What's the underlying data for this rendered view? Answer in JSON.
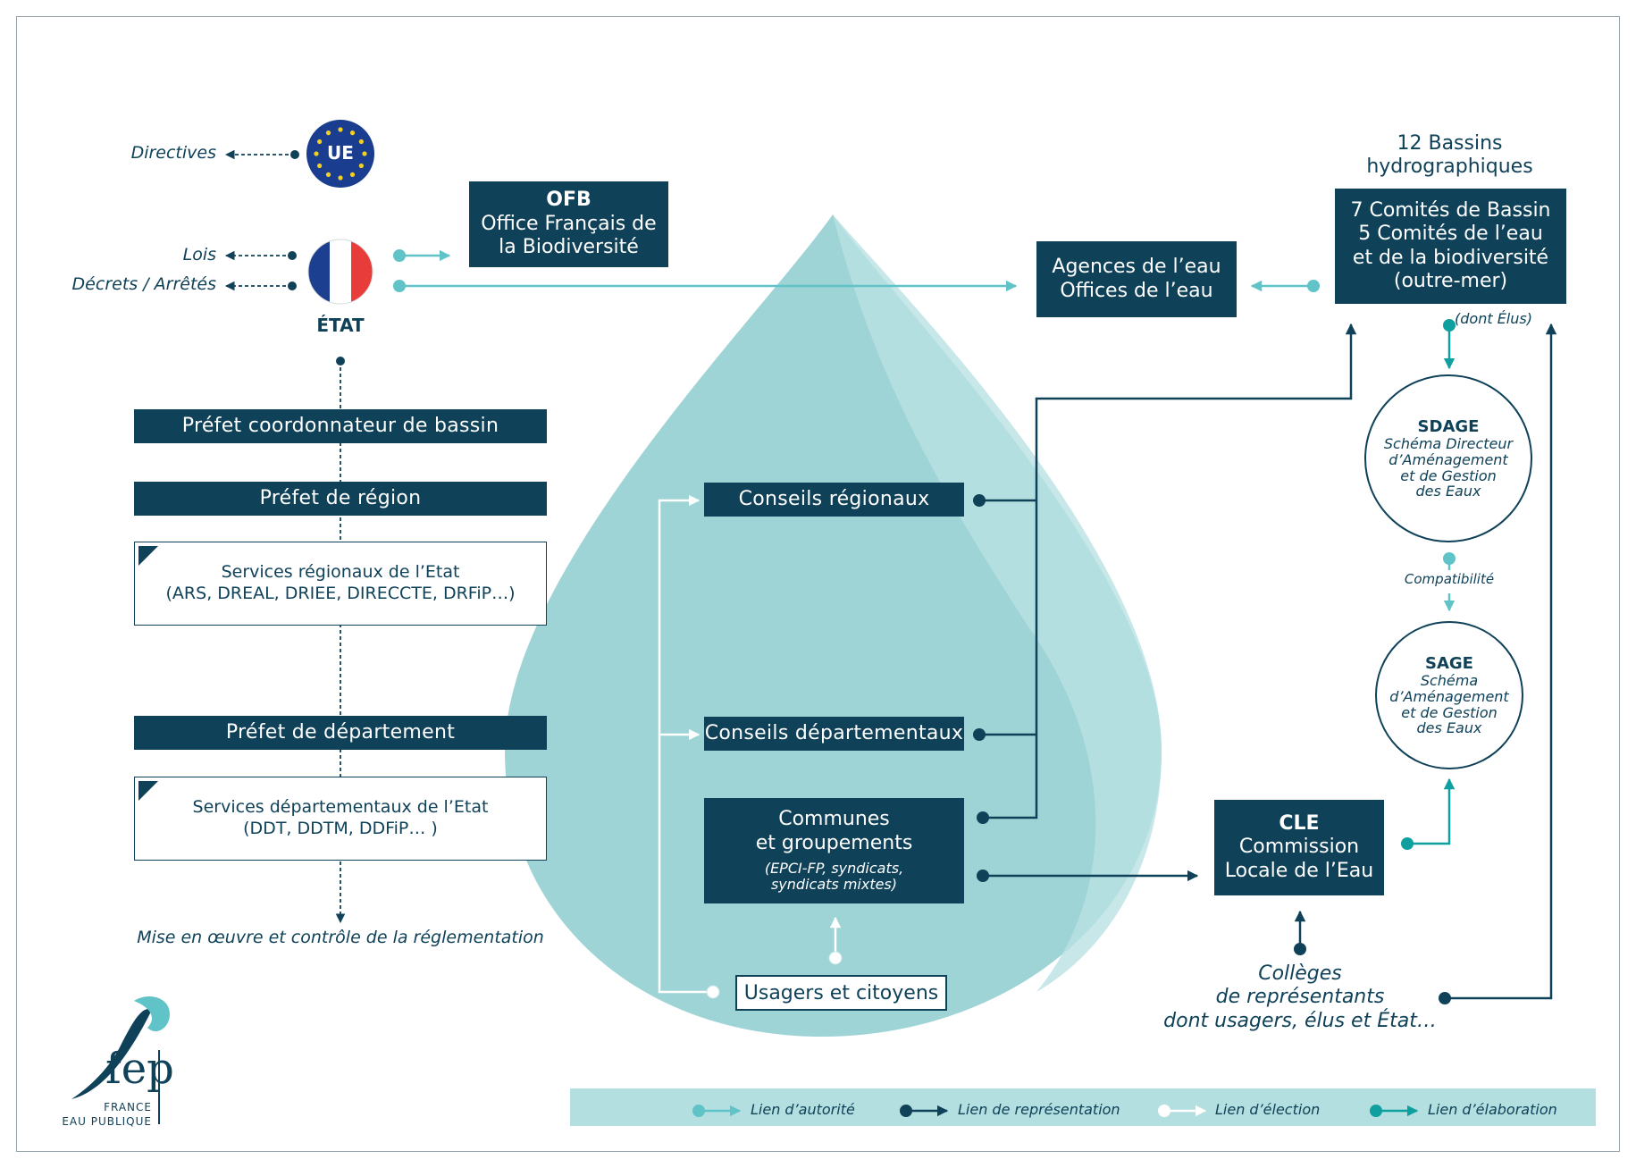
{
  "colors": {
    "dark_box": "#0f4159",
    "drop": "#9fd4d6",
    "link_authority": "#5fc3c8",
    "link_representation": "#0f4159",
    "link_election": "#ffffff",
    "link_elaboration": "#0f9f9f",
    "legend_bg": "#b3dfe0",
    "flag_blue": "#1d3f8f",
    "flag_red": "#e83c3a",
    "eu_blue": "#1b3d8f",
    "eu_star": "#f2d021"
  },
  "left": {
    "directives": "Directives",
    "ue_label": "UE",
    "lois": "Lois",
    "decrets": "Décrets / Arrêtés",
    "etat": "ÉTAT",
    "prefet_bassin": "Préfet coordonnateur de bassin",
    "prefet_region": "Préfet de région",
    "services_regionaux": {
      "line1": "Services régionaux de l’Etat",
      "line2": "(ARS, DREAL, DRIEE, DIRECCTE, DRFiP…)"
    },
    "prefet_departement": "Préfet de département",
    "services_departementaux": {
      "line1": "Services départementaux de l’Etat",
      "line2": "(DDT, DDTM, DDFiP… )"
    },
    "mise_en_oeuvre": "Mise en œuvre et contrôle de la réglementation"
  },
  "ofb": {
    "acronym": "OFB",
    "line1": "Office Français de",
    "line2": "la Biodiversité"
  },
  "agences": {
    "line1": "Agences de l’eau",
    "line2": "Offices de l’eau"
  },
  "bassins": {
    "header1": "12 Bassins",
    "header2": "hydrographiques",
    "line1": "7 Comités de Bassin",
    "line2": "5 Comités de l’eau",
    "line3": "et de la biodiversité",
    "line4": "(outre-mer)",
    "dont_elus": "(dont Élus)"
  },
  "sdage": {
    "title": "SDAGE",
    "line1": "Schéma Directeur",
    "line2": "d’Aménagement",
    "line3": "et de Gestion",
    "line4": "des Eaux"
  },
  "compatibilite": "Compatibilité",
  "sage": {
    "title": "SAGE",
    "line1": "Schéma",
    "line2": "d’Aménagement",
    "line3": "et de Gestion",
    "line4": "des Eaux"
  },
  "center": {
    "conseils_regionaux": "Conseils régionaux",
    "conseils_departementaux": "Conseils départementaux",
    "communes": {
      "line1": "Communes",
      "line2": "et groupements",
      "line3": "(EPCI-FP, syndicats,",
      "line4": "syndicats mixtes)"
    },
    "usagers": "Usagers et citoyens"
  },
  "cle": {
    "acronym": "CLE",
    "line1": "Commission",
    "line2": "Locale de l’Eau"
  },
  "colleges": {
    "line1": "Collèges",
    "line2": "de représentants",
    "line3": "dont usagers, élus et État…"
  },
  "logo": {
    "mark": "fep",
    "line1": "FRANCE",
    "line2": "EAU PUBLIQUE"
  },
  "legend": [
    {
      "label": "Lien d’autorité"
    },
    {
      "label": "Lien de représentation"
    },
    {
      "label": "Lien d’élection"
    },
    {
      "label": "Lien d’élaboration"
    }
  ]
}
